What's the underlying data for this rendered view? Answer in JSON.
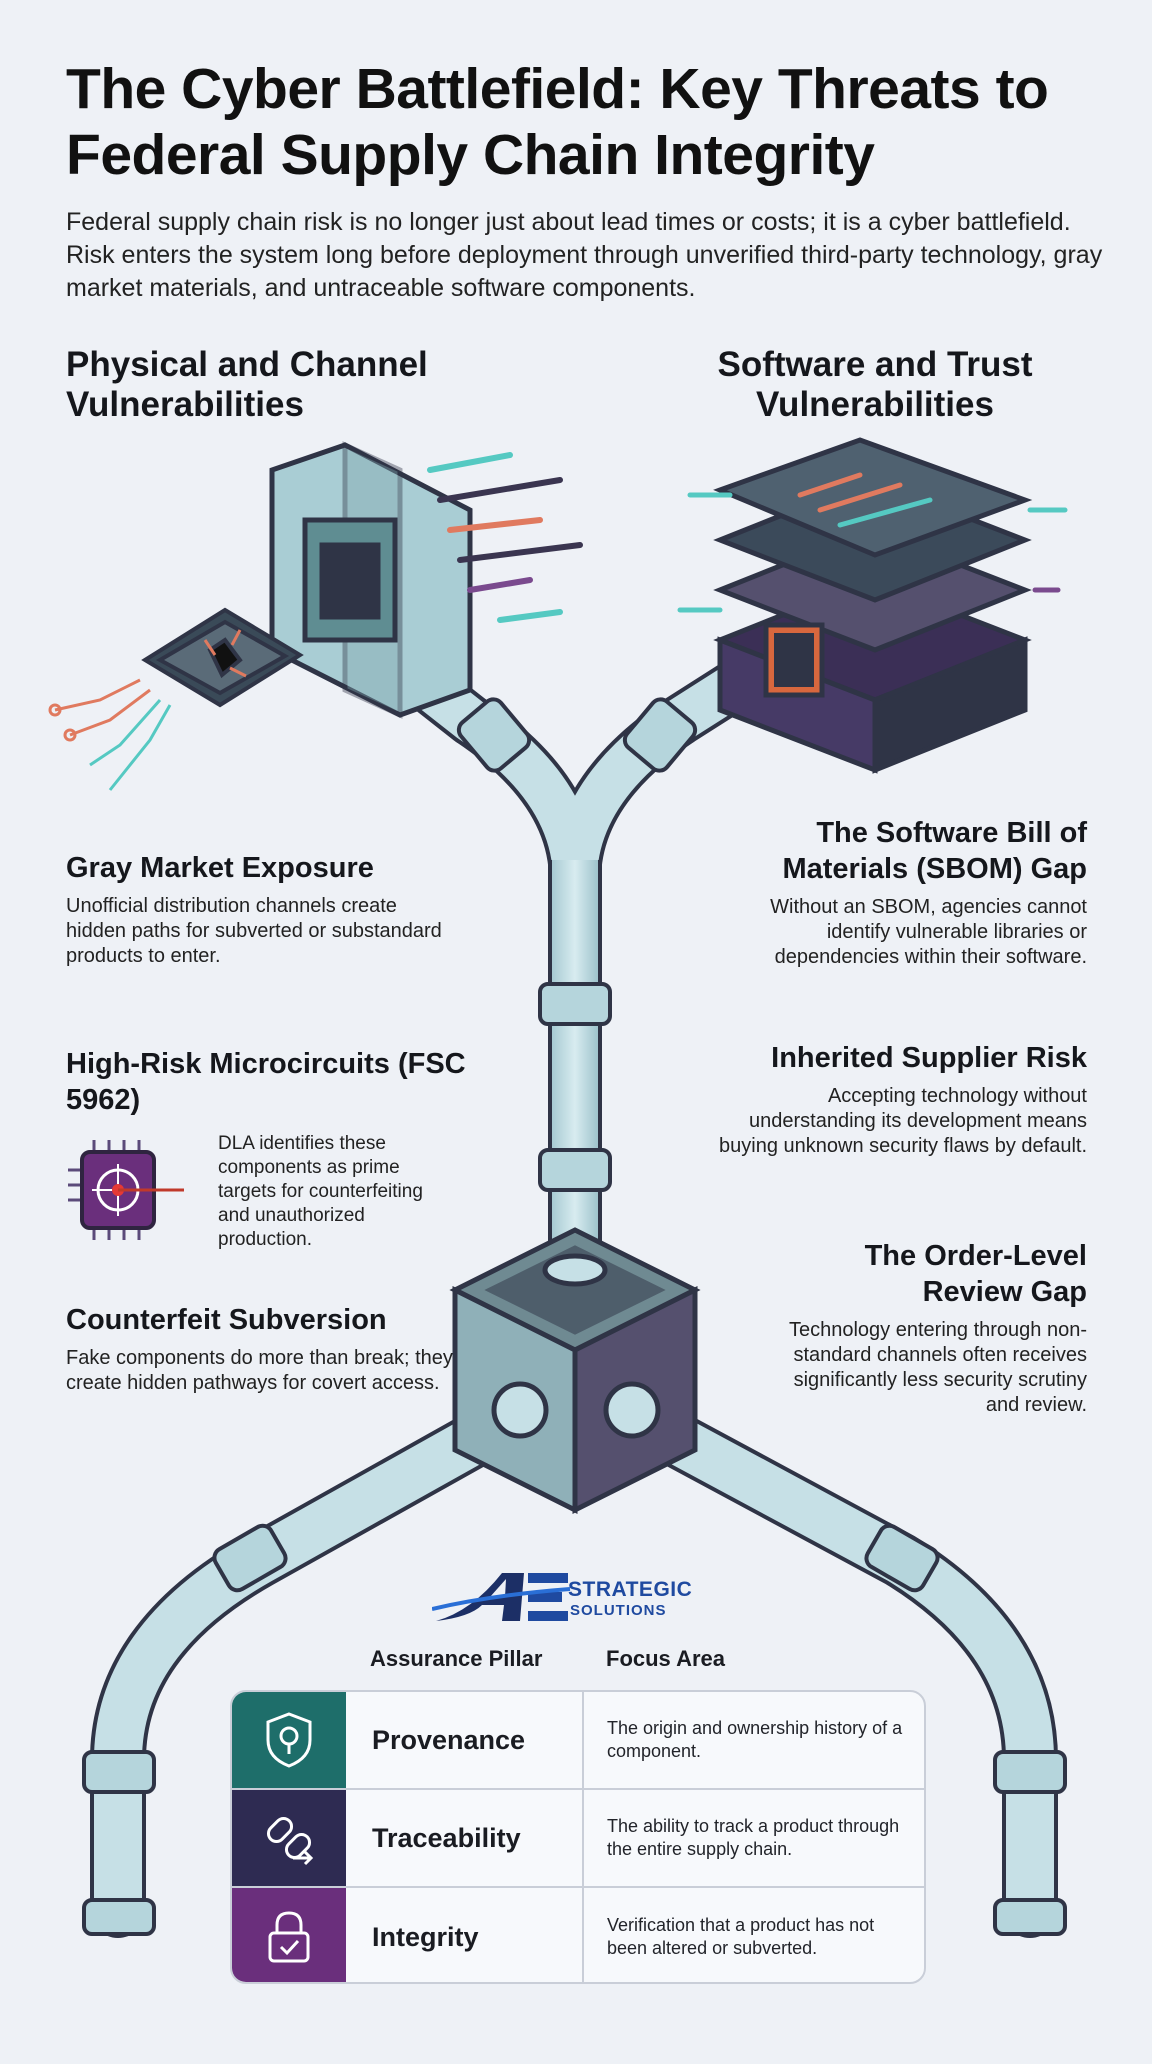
{
  "header": {
    "title": "The Cyber Battlefield: Key Threats to Federal Supply Chain Integrity",
    "intro": "Federal supply chain risk is no longer just about lead times or costs; it is a cyber battlefield. Risk enters the system long before deployment through unverified third-party technology, gray market materials, and untraceable software components."
  },
  "left": {
    "heading": "Physical and Channel Vulnerabilities",
    "cards": [
      {
        "title": "Gray Market Exposure",
        "body": "Unofficial distribution channels create hidden paths for subverted or substandard products to enter."
      },
      {
        "title": "High-Risk Microcircuits (FSC 5962)",
        "body": "DLA identifies these components as prime targets for counterfeiting and unauthorized production."
      },
      {
        "title": "Counterfeit Subversion",
        "body": "Fake components do more than break; they create hidden pathways for covert access."
      }
    ]
  },
  "right": {
    "heading": "Software and Trust Vulnerabilities",
    "cards": [
      {
        "title": "The Software Bill of Materials (SBOM) Gap",
        "body": "Without an SBOM, agencies cannot identify vulnerable libraries or dependencies within their software."
      },
      {
        "title": "Inherited Supplier Risk",
        "body": "Accepting technology without understanding its development means buying unknown security flaws by default."
      },
      {
        "title": "The Order-Level Review Gap",
        "body": "Technology entering through non-standard channels often receives significantly less security scrutiny and review."
      }
    ]
  },
  "logo": {
    "mark": "AE",
    "line1": "STRATEGIC",
    "line2": "SOLUTIONS"
  },
  "table": {
    "headers": [
      "Assurance Pillar",
      "Focus Area"
    ],
    "rows": [
      {
        "pillar": "Provenance",
        "focus": "The origin and ownership history of a component.",
        "icon": "shield-location-icon",
        "color": "#1e6e6a"
      },
      {
        "pillar": "Traceability",
        "focus": "The ability to track a product through the entire supply chain.",
        "icon": "chain-link-icon",
        "color": "#2e2b52"
      },
      {
        "pillar": "Integrity",
        "focus": "Verification that a product has not been altered or subverted.",
        "icon": "lock-check-icon",
        "color": "#6a2f7c"
      }
    ]
  },
  "colors": {
    "pipe": "#c6e0e6",
    "pipe_outline": "#2f3446",
    "teal": "#1e6e6a",
    "purple": "#6a2f7c",
    "navy": "#2e2b52",
    "accent_red": "#c0392b",
    "logo_blue": "#1f4aa0"
  }
}
